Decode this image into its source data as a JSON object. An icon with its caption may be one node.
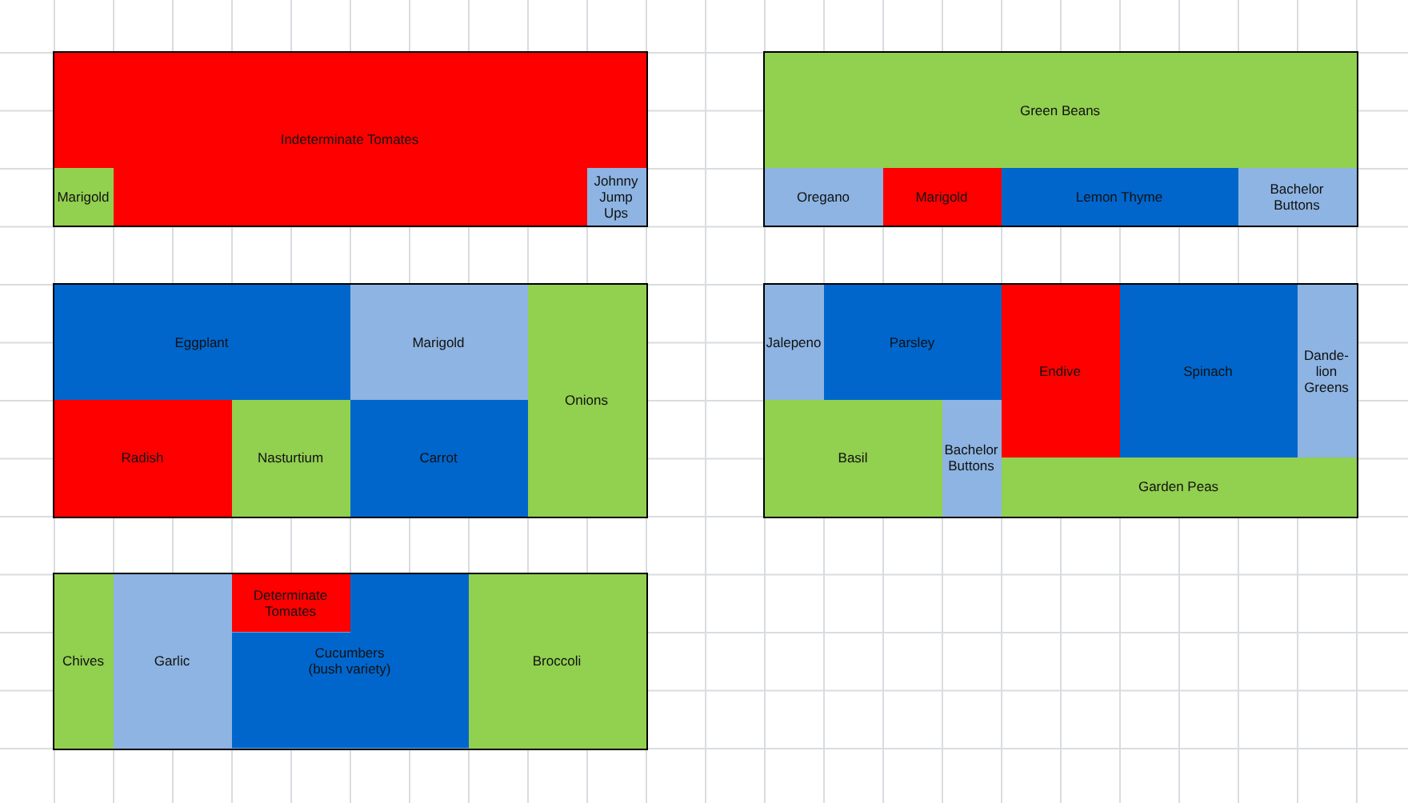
{
  "diagram": {
    "nodes": [
      {
        "text": [],
        "shape": "box"
      },
      {
        "text": [
          "Indeterminate Tomates"
        ],
        "in": 0
      },
      {
        "text": [
          "Marigold"
        ],
        "in": 0
      },
      {
        "text": [
          "Johnny Jump Ups"
        ],
        "in": 0
      },
      {
        "text": [],
        "shape": "box"
      },
      {
        "text": [
          "Green Beans"
        ],
        "in": 4
      },
      {
        "text": [
          "Oregano"
        ],
        "in": 4
      },
      {
        "text": [
          "Marigold"
        ],
        "in": 4
      },
      {
        "text": [
          "Lemon Thyme"
        ],
        "in": 4
      },
      {
        "text": [
          "Bachelor Buttons"
        ],
        "in": 4
      },
      {
        "text": [],
        "shape": "box"
      },
      {
        "text": [
          "Eggplant"
        ],
        "in": 10
      },
      {
        "text": [
          "Marigold"
        ],
        "in": 10
      },
      {
        "text": [
          "Onions"
        ],
        "in": 10
      },
      {
        "text": [
          "Radish"
        ],
        "in": 10
      },
      {
        "text": [
          "Nasturtium"
        ],
        "in": 10
      },
      {
        "text": [
          "Carrot"
        ],
        "in": 10
      },
      {
        "text": [],
        "shape": "box"
      },
      {
        "text": [
          "Jalepeno"
        ],
        "in": 17
      },
      {
        "text": [
          "Parsley"
        ],
        "in": 17
      },
      {
        "text": [
          "Endive"
        ],
        "in": 17
      },
      {
        "text": [
          "Spinach"
        ],
        "in": 17
      },
      {
        "text": [
          "Dande- lion Greens"
        ],
        "in": 17
      },
      {
        "text": [
          "Basil"
        ],
        "in": 17
      },
      {
        "text": [
          "Bachelor Buttons"
        ],
        "in": 17
      },
      {
        "text": [
          "Garden Peas"
        ],
        "in": 17
      },
      {
        "text": [],
        "shape": "box"
      },
      {
        "text": [
          "Chives"
        ],
        "in": 26
      },
      {
        "text": [
          "Garlic"
        ],
        "in": 26
      },
      {
        "text": [
          "Determinate Tomates"
        ],
        "in": 26
      },
      {
        "text": [
          "Cucumbers (bush variety)"
        ],
        "in": 26
      },
      {
        "text": [
          "Broccoli"
        ],
        "in": 26
      }
    ]
  }
}
